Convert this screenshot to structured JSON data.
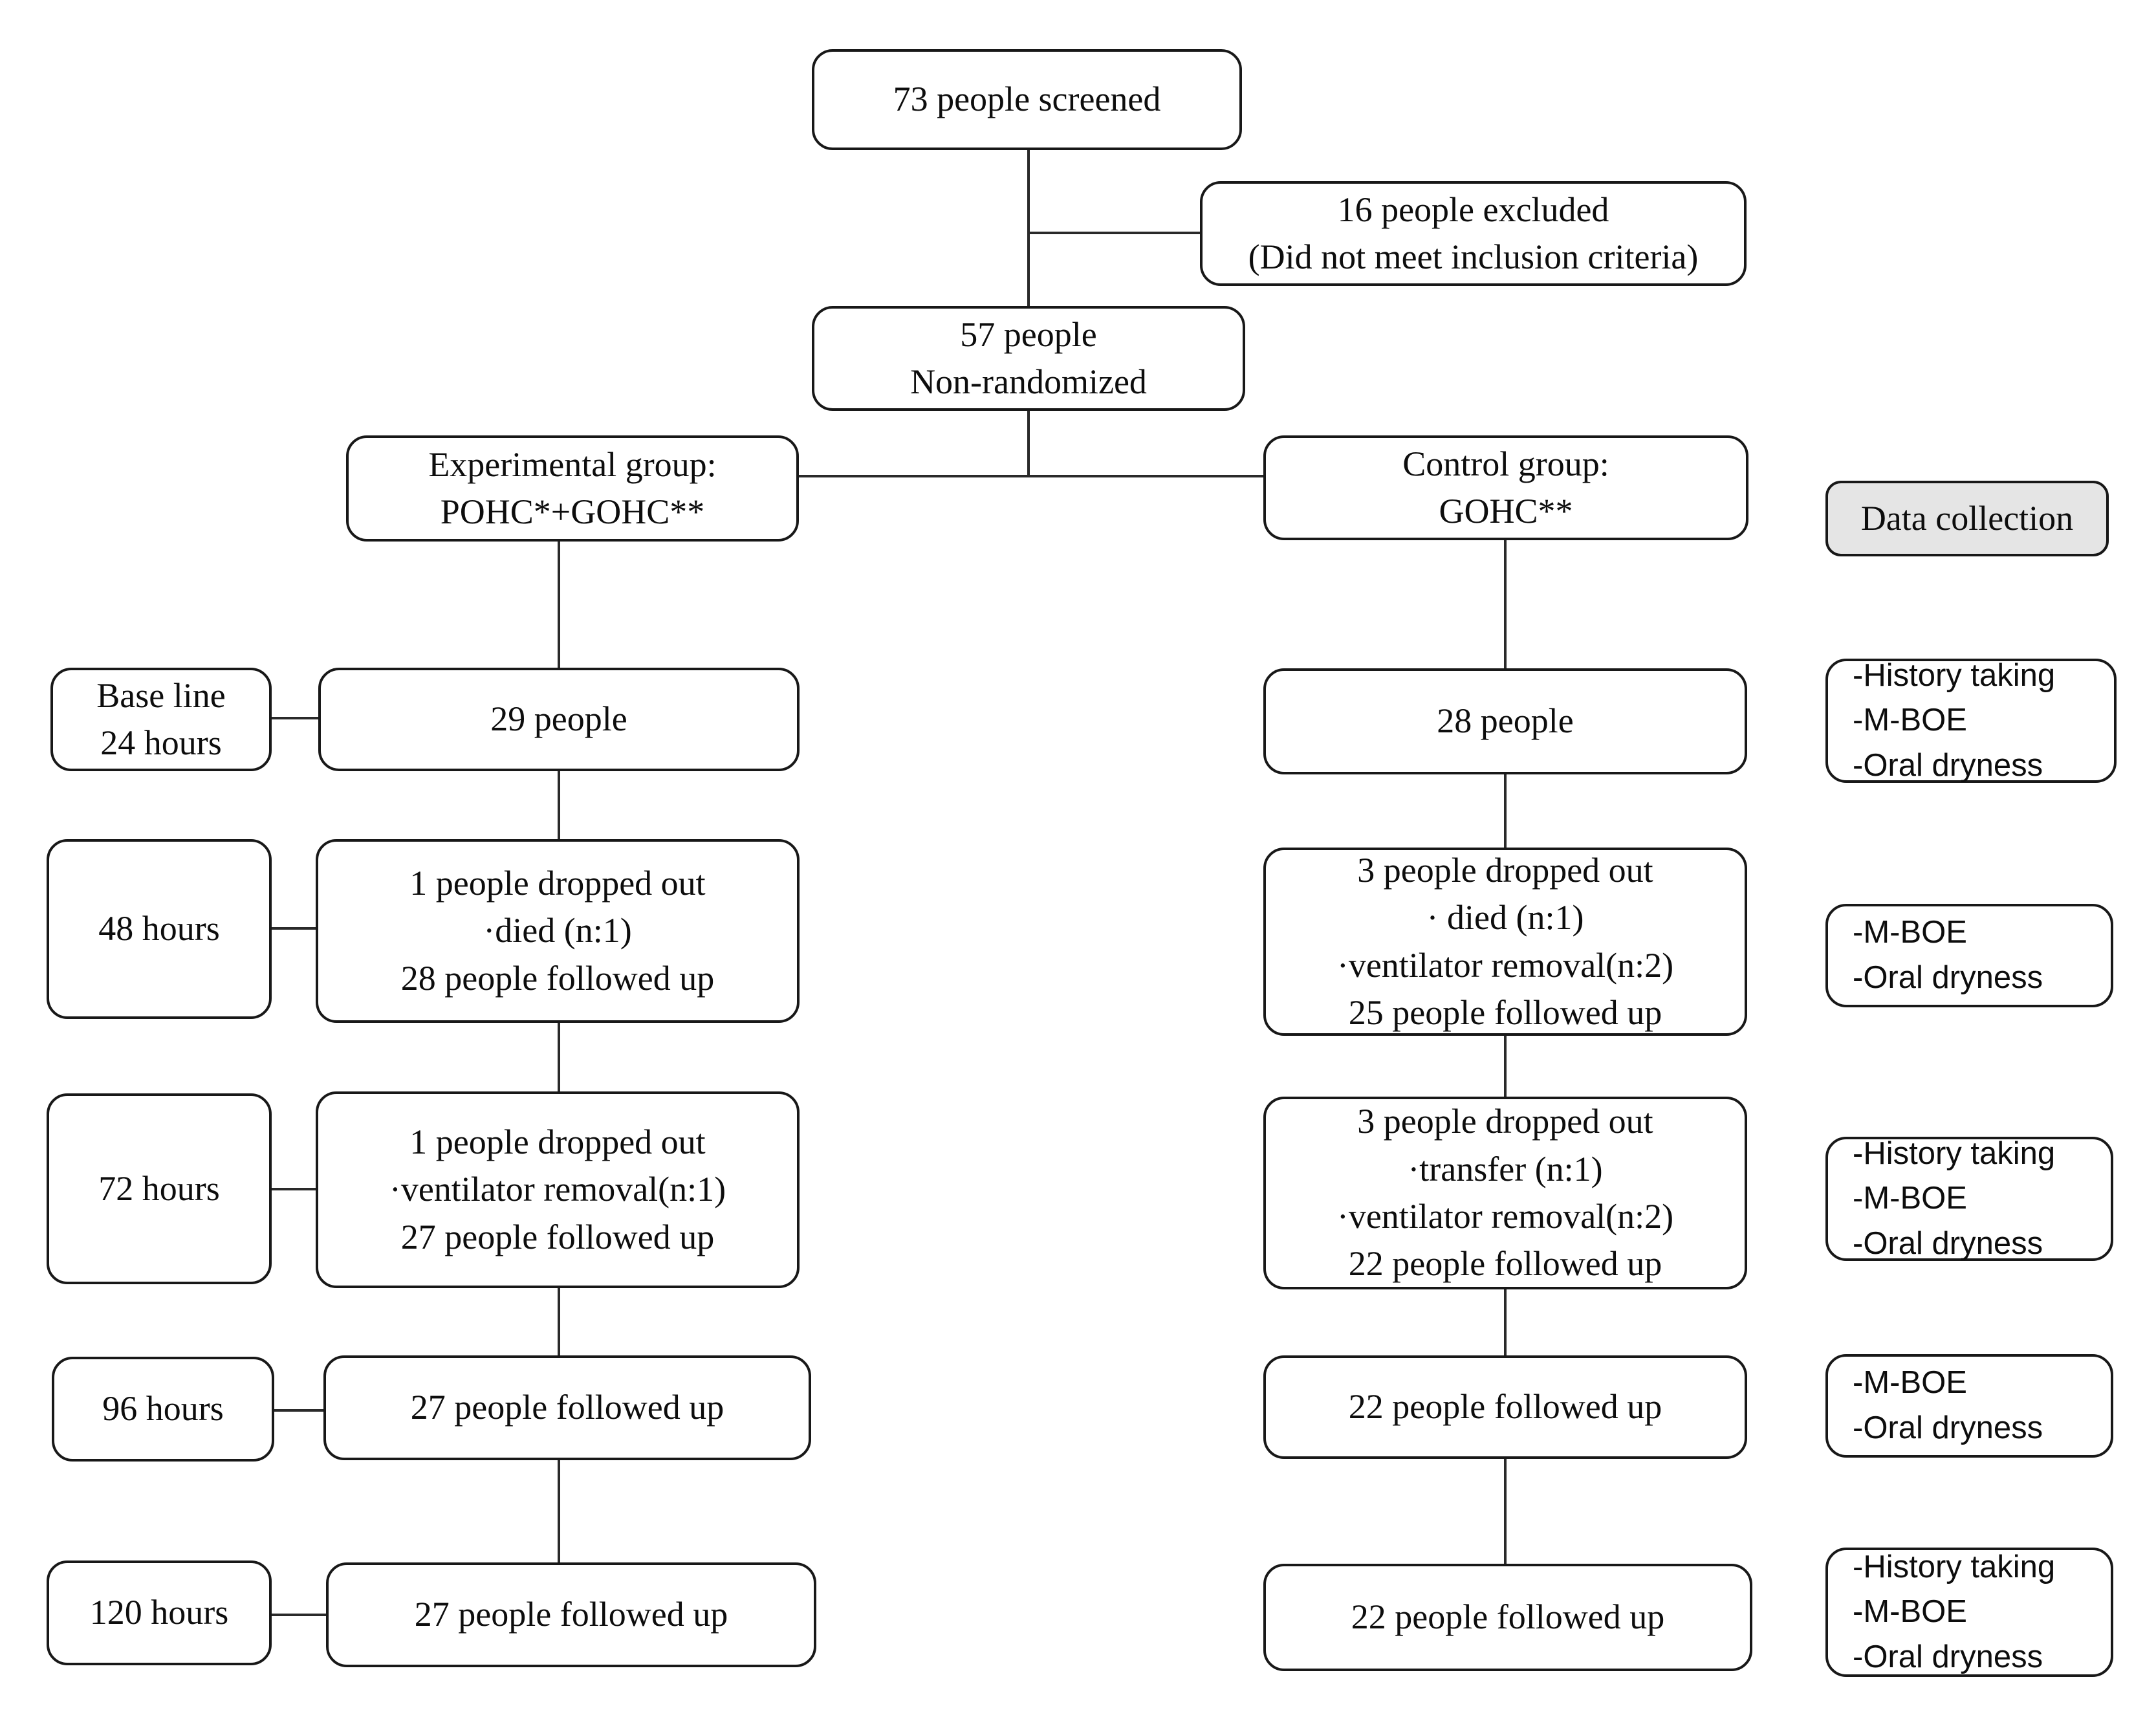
{
  "diagram": {
    "screened": "73 people screened",
    "excluded": [
      "16 people excluded",
      "(Did not meet inclusion criteria)"
    ],
    "nonrandomized": [
      "57 people",
      "Non-randomized"
    ],
    "experimental_group": [
      "Experimental group:",
      "POHC*+GOHC**"
    ],
    "control_group": [
      "Control group:",
      "GOHC**"
    ],
    "data_collection_header": "Data collection"
  },
  "rows": [
    {
      "time": [
        "Base line",
        "24 hours"
      ],
      "experimental": [
        "29 people"
      ],
      "control": [
        "28 people"
      ],
      "data_collection": [
        "-History taking",
        "-M-BOE",
        "-Oral dryness"
      ]
    },
    {
      "time": [
        "48 hours"
      ],
      "experimental": [
        "1 people dropped out",
        "·died (n:1)",
        "28 people followed up"
      ],
      "control": [
        "3 people dropped out",
        "· died (n:1)",
        "·ventilator removal(n:2)",
        "25 people followed up"
      ],
      "data_collection": [
        "-M-BOE",
        "-Oral dryness"
      ]
    },
    {
      "time": [
        "72 hours"
      ],
      "experimental": [
        "1 people dropped out",
        "·ventilator removal(n:1)",
        "27 people followed up"
      ],
      "control": [
        "3 people dropped out",
        "·transfer (n:1)",
        "·ventilator removal(n:2)",
        "22 people followed up"
      ],
      "data_collection": [
        "-History taking",
        "-M-BOE",
        "-Oral dryness"
      ]
    },
    {
      "time": [
        "96 hours"
      ],
      "experimental": [
        "27 people followed up"
      ],
      "control": [
        "22 people followed up"
      ],
      "data_collection": [
        "-M-BOE",
        "-Oral dryness"
      ]
    },
    {
      "time": [
        "120 hours"
      ],
      "experimental": [
        "27 people followed up"
      ],
      "control": [
        "22 people followed up"
      ],
      "data_collection": [
        "-History taking",
        "-M-BOE",
        "-Oral dryness"
      ]
    }
  ]
}
